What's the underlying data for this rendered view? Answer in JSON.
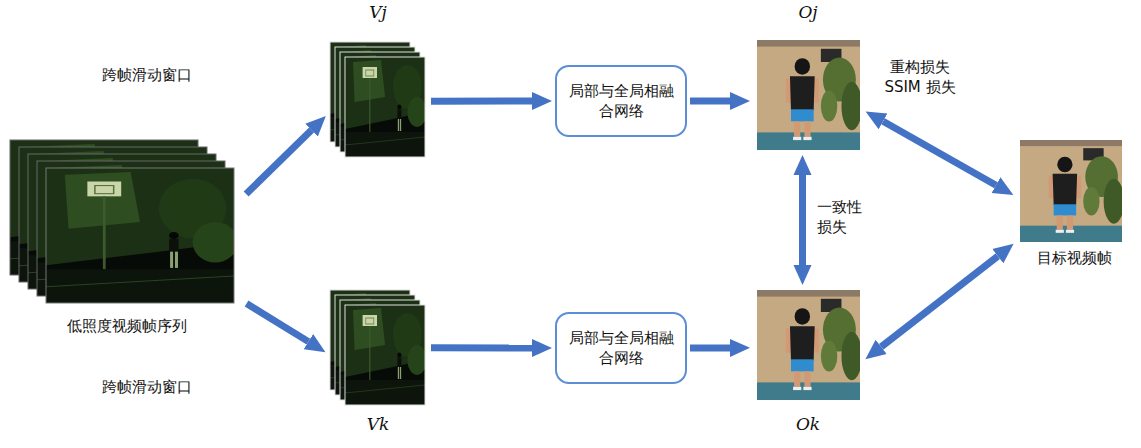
{
  "diagram": {
    "nodes": [
      {
        "text": [
          "低照度视频帧序列"
        ]
      },
      {
        "text": [
          "Vj"
        ]
      },
      {
        "text": [
          "局部与全局相融合网络"
        ]
      },
      {
        "text": [
          "Oj"
        ]
      },
      {
        "text": [
          "目标视频帧"
        ]
      },
      {
        "text": [
          "Vk"
        ]
      },
      {
        "text": [
          "局部与全局相融合网络"
        ]
      },
      {
        "text": [
          "Ok"
        ]
      }
    ],
    "edges": [
      {
        "from": 0,
        "to": 1,
        "arrow": "to",
        "label": "跨帧滑动窗口"
      },
      {
        "from": 0,
        "to": 5,
        "arrow": "to",
        "label": "跨帧滑动窗口"
      },
      {
        "from": 1,
        "to": 2,
        "arrow": "to"
      },
      {
        "from": 2,
        "to": 3,
        "arrow": "to"
      },
      {
        "from": 5,
        "to": 6,
        "arrow": "to"
      },
      {
        "from": 6,
        "to": 7,
        "arrow": "to"
      },
      {
        "from": 3,
        "to": 7,
        "arrow": "both",
        "label": "一致性损失"
      },
      {
        "from": 3,
        "to": 4,
        "arrow": "both",
        "label": "重构损失 SSIM 损失"
      },
      {
        "from": 7,
        "to": 4,
        "arrow": "both"
      }
    ]
  }
}
